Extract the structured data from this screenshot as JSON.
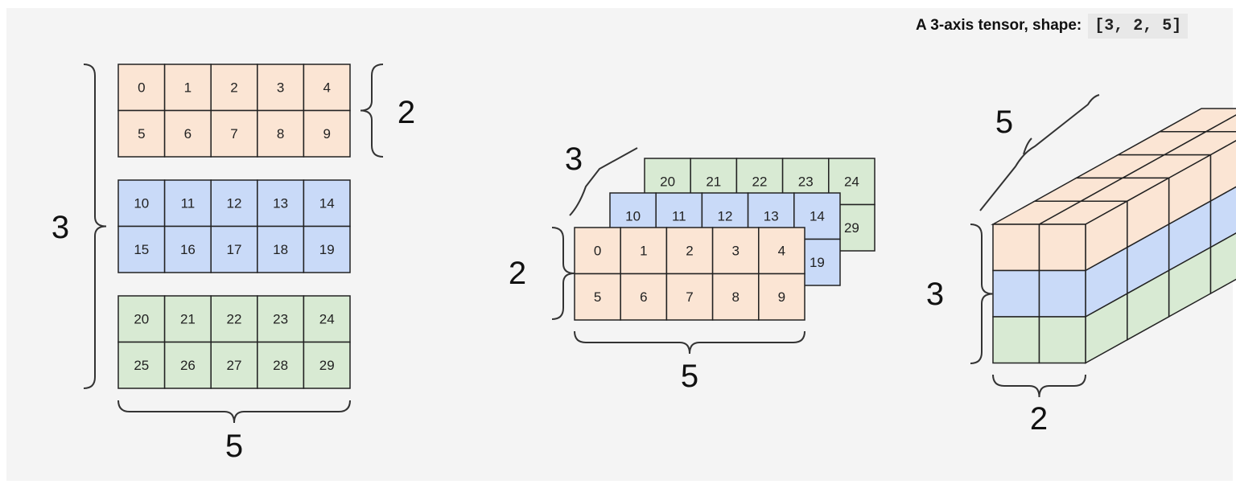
{
  "caption": {
    "text": "A 3-axis tensor, shape:",
    "shape_code": "[3, 2, 5]"
  },
  "colors": {
    "layer_0": "#fbe5d4",
    "layer_1": "#c9daf8",
    "layer_2": "#d8ead3",
    "grid_line": "#222222",
    "background": "#f4f4f4"
  },
  "tensor": {
    "shape": [
      3,
      2,
      5
    ],
    "values": [
      [
        [
          0,
          1,
          2,
          3,
          4
        ],
        [
          5,
          6,
          7,
          8,
          9
        ]
      ],
      [
        [
          10,
          11,
          12,
          13,
          14
        ],
        [
          15,
          16,
          17,
          18,
          19
        ]
      ],
      [
        [
          20,
          21,
          22,
          23,
          24
        ],
        [
          25,
          26,
          27,
          28,
          29
        ]
      ]
    ]
  },
  "views": {
    "separate": {
      "label_layers": "3",
      "label_rows": "2",
      "label_cols": "5"
    },
    "stacked": {
      "label_layers": "3",
      "label_rows": "2",
      "label_cols": "5"
    },
    "cube": {
      "label_depth": "5",
      "label_height": "3",
      "label_width": "2"
    }
  }
}
